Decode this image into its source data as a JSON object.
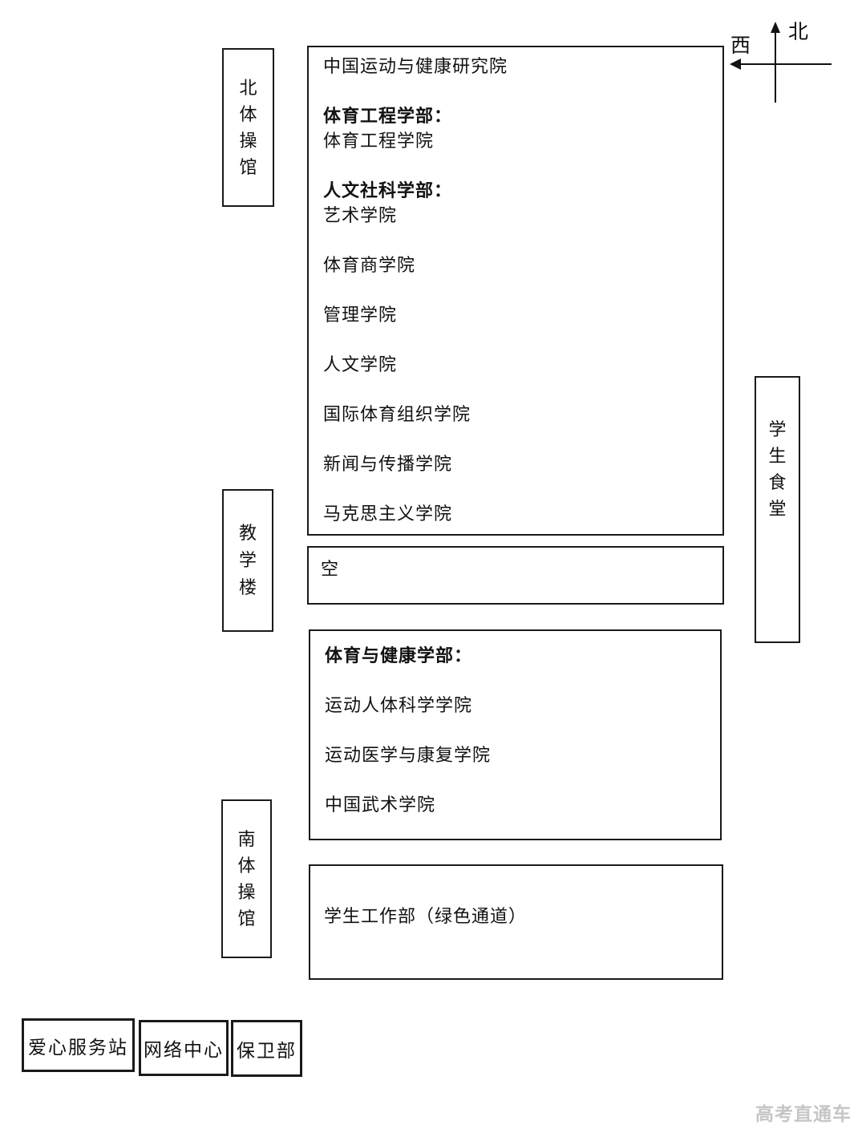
{
  "compass": {
    "north": "北",
    "west": "西"
  },
  "north_gym": {
    "chars": [
      "北",
      "体",
      "操",
      "馆"
    ]
  },
  "teaching_building": {
    "chars": [
      "教",
      "学",
      "楼"
    ]
  },
  "south_gym": {
    "chars": [
      "南",
      "体",
      "操",
      "馆"
    ]
  },
  "canteen": {
    "chars": [
      "学",
      "生",
      "食",
      "堂"
    ]
  },
  "main_building": {
    "lines": [
      {
        "text": "中国运动与健康研究院",
        "bold": false
      },
      {
        "text": "体育工程学部：",
        "bold": true
      },
      {
        "text": "体育工程学院",
        "bold": false
      },
      {
        "text": "人文社科学部：",
        "bold": true
      },
      {
        "text": "艺术学院",
        "bold": false
      },
      {
        "text": "体育商学院",
        "bold": false
      },
      {
        "text": "管理学院",
        "bold": false
      },
      {
        "text": "人文学院",
        "bold": false
      },
      {
        "text": "国际体育组织学院",
        "bold": false
      },
      {
        "text": "新闻与传播学院",
        "bold": false
      },
      {
        "text": "马克思主义学院",
        "bold": false
      }
    ]
  },
  "empty_box": {
    "label": "空"
  },
  "sport_health": {
    "lines": [
      {
        "text": "体育与健康学部：",
        "bold": true
      },
      {
        "text": "运动人体科学学院",
        "bold": false
      },
      {
        "text": "运动医学与康复学院",
        "bold": false
      },
      {
        "text": "中国武术学院",
        "bold": false
      }
    ]
  },
  "student_affairs": {
    "label": "学生工作部（绿色通道）"
  },
  "service_row": {
    "love_service": "爱心服务站",
    "network_center": "网络中心",
    "security": "保卫部"
  },
  "watermark": "高考直通车"
}
